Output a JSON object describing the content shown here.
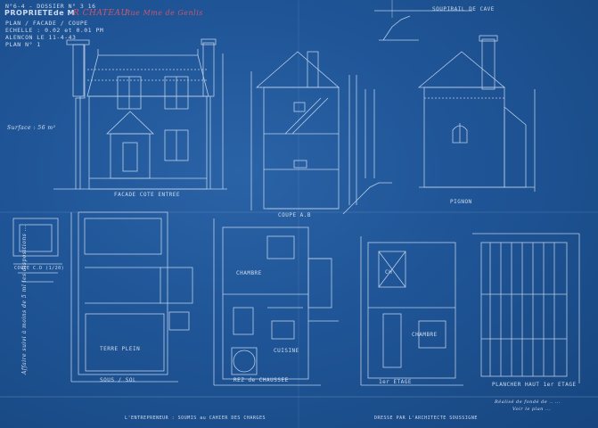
{
  "header": {
    "line1": "N°6-4 - DOSSIER N° 3 16",
    "line2_prefix": "PROPRIETE",
    "line2_owner_prefix": "de M",
    "line2_owner_name": "R CHATEAU",
    "line2_handwritten": "Rue Mme de Genlis",
    "line3": "PLAN / FACADE / COUPE",
    "line4": "ECHELLE : 0.02 et 0.01 PM",
    "line5": "ALENCON LE 11-4-43",
    "line6": "PLAN N° 1"
  },
  "views": {
    "facade": "FACADE COTE ENTREE",
    "coupe_ab": "COUPE A.B",
    "pignon": "PIGNON",
    "soupirail": "SOUPIRAIL DE CAVE",
    "sous_sol": "SOUS / SOL",
    "rez": "REZ de CHAUSSEE",
    "etage": "1er ETAGE",
    "plancher": "PLANCHER HAUT 1er ETAGE",
    "coupe_cd": "COUPE C.D (1/20)"
  },
  "rooms": {
    "terre_plein": "TERRE PLEIN",
    "chambre": "CHAMBRE",
    "cuisine": "CUISINE",
    "ch": "CH",
    "chambre2": "CHAMBRE"
  },
  "notes": {
    "surface": "Surface : 56 m²",
    "left_margin": "Affaire suivi à moins de 5 ml les dispositions ...",
    "right_a": "Réalisé de fondé de .. ...",
    "right_b": "Voir le plan ..."
  },
  "footer": {
    "left": "L'ENTREPRENEUR : SOUMIS au CAHIER DES CHARGES",
    "right": "DRESSE PAR L'ARCHITECTE SOUSSIGNE"
  },
  "colors": {
    "paper": "#1f5597",
    "ink": "#dfe9f7",
    "red_ink": "#e0566a"
  }
}
